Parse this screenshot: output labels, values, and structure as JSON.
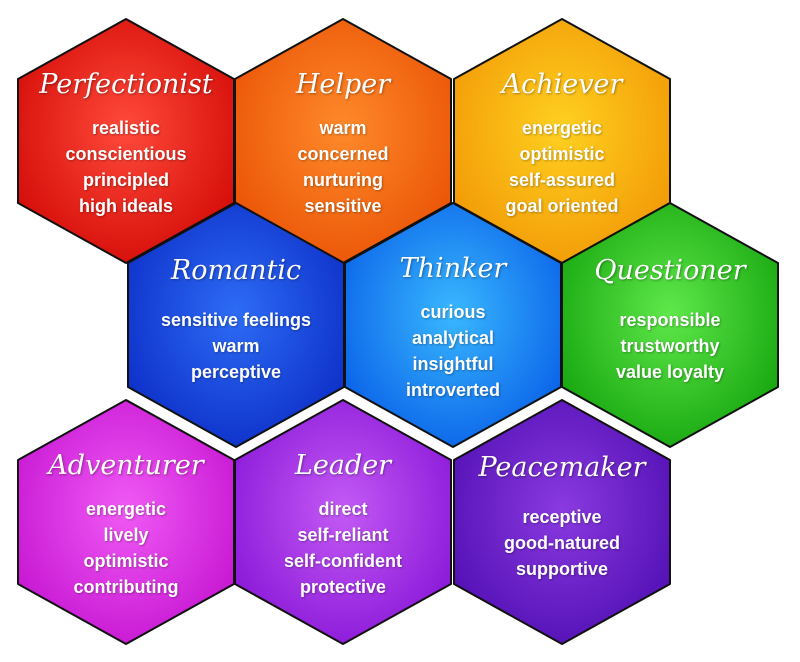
{
  "diagram": {
    "cells": [
      {
        "id": "perfectionist",
        "title": "Perfectionist",
        "traits": [
          "realistic",
          "conscientious",
          "principled",
          "high ideals"
        ],
        "color_light": "#ff4a3a",
        "color_dark": "#d40c08"
      },
      {
        "id": "helper",
        "title": "Helper",
        "traits": [
          "warm",
          "concerned",
          "nurturing",
          "sensitive"
        ],
        "color_light": "#ff8a2a",
        "color_dark": "#ea5406"
      },
      {
        "id": "achiever",
        "title": "Achiever",
        "traits": [
          "energetic",
          "optimistic",
          "self-assured",
          "goal oriented"
        ],
        "color_light": "#ffd020",
        "color_dark": "#f29a06"
      },
      {
        "id": "romantic",
        "title": "Romantic",
        "traits": [
          "sensitive feelings",
          "warm",
          "perceptive"
        ],
        "color_light": "#2d6cf5",
        "color_dark": "#0d2fc8"
      },
      {
        "id": "thinker",
        "title": "Thinker",
        "traits": [
          "curious",
          "analytical",
          "insightful",
          "introverted"
        ],
        "color_light": "#39b8ff",
        "color_dark": "#0a62e8"
      },
      {
        "id": "questioner",
        "title": "Questioner",
        "traits": [
          "responsible",
          "trustworthy",
          "value loyalty"
        ],
        "color_light": "#5fe84a",
        "color_dark": "#16a60e"
      },
      {
        "id": "adventurer",
        "title": "Adventurer",
        "traits": [
          "energetic",
          "lively",
          "optimistic",
          "contributing"
        ],
        "color_light": "#f05af5",
        "color_dark": "#c616d2"
      },
      {
        "id": "leader",
        "title": "Leader",
        "traits": [
          "direct",
          "self-reliant",
          "self-confident",
          "protective"
        ],
        "color_light": "#c45af5",
        "color_dark": "#8a18d8"
      },
      {
        "id": "peacemaker",
        "title": "Peacemaker",
        "traits": [
          "receptive",
          "good-natured",
          "supportive"
        ],
        "color_light": "#8a3ae0",
        "color_dark": "#5210b4"
      }
    ],
    "outline_color": "#111111"
  }
}
